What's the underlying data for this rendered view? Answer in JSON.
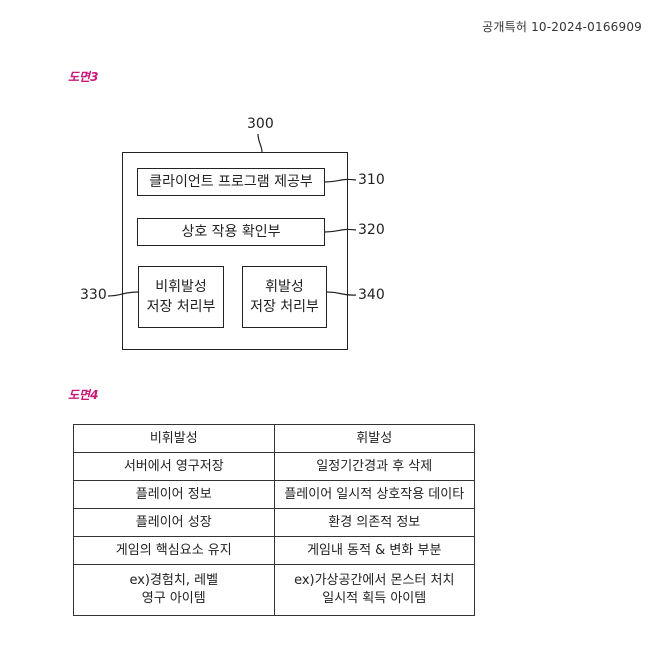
{
  "header": {
    "publication_number": "공개특허 10-2024-0166909"
  },
  "figure3": {
    "label": "도면3",
    "main_ref": "300",
    "blocks": [
      {
        "ref": "310",
        "text": "클라이언트 프로그램 제공부"
      },
      {
        "ref": "320",
        "text": "상호 작용 확인부"
      },
      {
        "ref": "330",
        "lines": [
          "비휘발성",
          "저장 처리부"
        ]
      },
      {
        "ref": "340",
        "lines": [
          "휘발성",
          "저장 처리부"
        ]
      }
    ]
  },
  "figure4": {
    "label": "도면4",
    "headers": [
      "비휘발성",
      "휘발성"
    ],
    "rows": [
      {
        "left": [
          "서버에서 영구저장"
        ],
        "right": [
          "일정기간경과 후 삭제"
        ]
      },
      {
        "left": [
          "플레이어 정보"
        ],
        "right": [
          "플레이어 일시적 상호작용 데이타"
        ]
      },
      {
        "left": [
          "플레이어 성장"
        ],
        "right": [
          "환경 의존적 정보"
        ]
      },
      {
        "left": [
          "게임의 핵심요소 유지"
        ],
        "right": [
          "게임내 동적 & 변화 부분"
        ]
      },
      {
        "left": [
          "ex)경험치, 레벨",
          "영구 아이템"
        ],
        "right": [
          "ex)가상공간에서 몬스터 처치",
          "일시적 획득 아이템"
        ]
      }
    ]
  }
}
